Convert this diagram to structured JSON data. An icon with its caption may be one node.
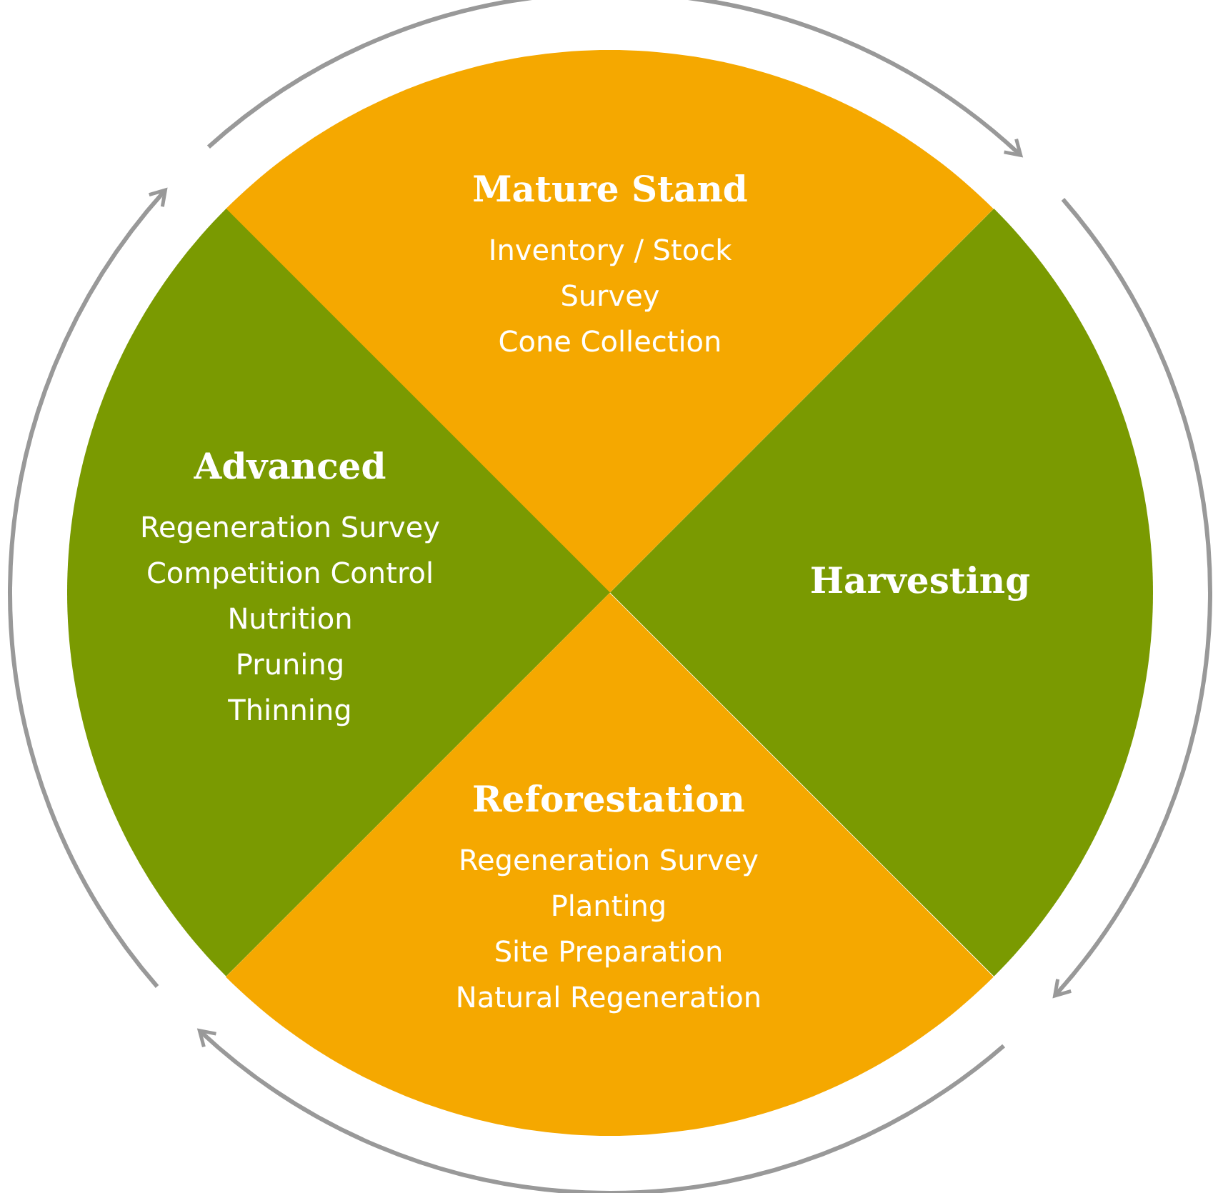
{
  "diagram": {
    "nodes": [
      {
        "text": [
          "Mature Stand",
          "Inventory / Stock Survey",
          "Cone Collection"
        ]
      },
      {
        "text": [
          "Advanced",
          "Regeneration Survey",
          "Competition Control",
          "Nutrition",
          "Pruning",
          "Thinning"
        ]
      },
      {
        "text": [
          "Harvesting"
        ]
      },
      {
        "text": [
          "Reforestation",
          "Regeneration Survey",
          "Planting",
          "Site Preparation",
          "Natural Regeneration"
        ]
      }
    ]
  }
}
